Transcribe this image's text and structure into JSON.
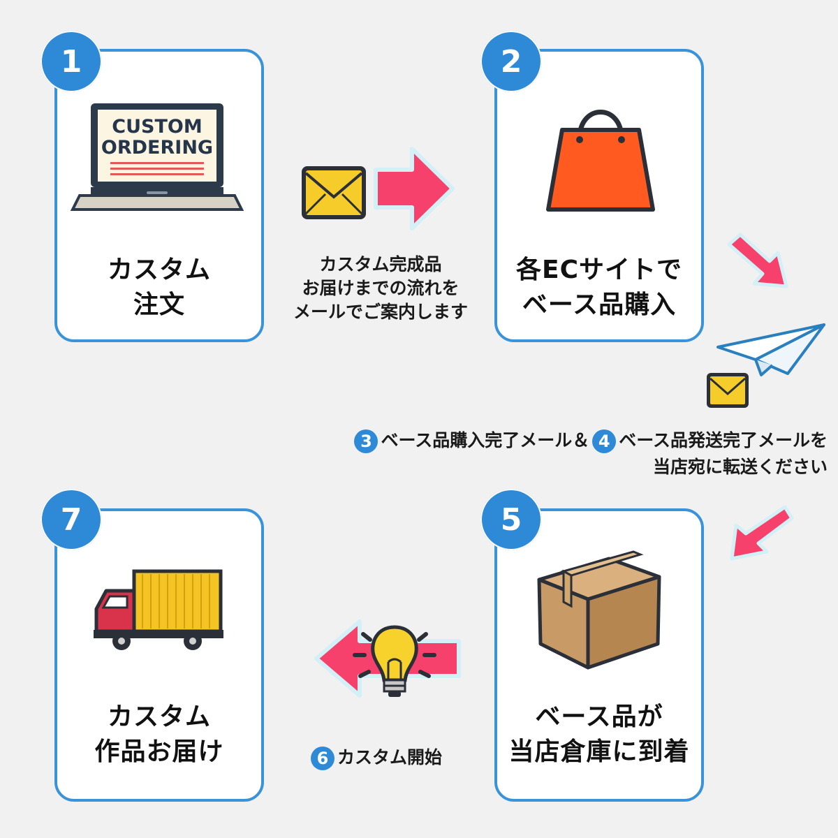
{
  "steps": {
    "s1": {
      "number": "1",
      "line1": "カスタム",
      "line2": "注文",
      "screen_line1": "CUSTOM",
      "screen_line2": "ORDERING"
    },
    "s2": {
      "number": "2",
      "line1": "各ECサイトで",
      "line2": "ベース品購入"
    },
    "s5": {
      "number": "5",
      "line1": "ベース品が",
      "line2": "当店倉庫に到着"
    },
    "s7": {
      "number": "7",
      "line1": "カスタム",
      "line2": "作品お届け"
    }
  },
  "notes": {
    "mail_info": [
      "カスタム完成品",
      "お届けまでの流れを",
      "メールでご案内します"
    ],
    "forward": {
      "n3": "3",
      "t3": "ベース品購入完了メール＆",
      "n4": "4",
      "t4": "ベース品発送完了メールを",
      "line2": "当店宛に転送ください"
    },
    "custom_start": {
      "n6": "6",
      "text": "カスタム開始"
    }
  },
  "colors": {
    "badge": "#2e8ad6",
    "border": "#3a93d8",
    "arrow": "#f5416b",
    "bag": "#ff5a1f",
    "envelope": "#f5cc2a",
    "truck_cargo": "#f4c522",
    "truck_cab": "#d8334a",
    "box": "#c79a66"
  },
  "icons": [
    "laptop-icon",
    "envelope-icon",
    "arrow-right-icon",
    "shopping-bag-icon",
    "arrow-down-right-icon",
    "paper-plane-icon",
    "arrow-down-left-icon",
    "cardboard-box-icon",
    "lightbulb-icon",
    "arrow-left-icon",
    "truck-icon"
  ]
}
